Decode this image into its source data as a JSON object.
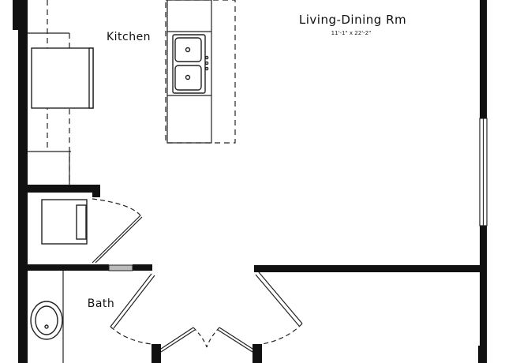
{
  "rooms": {
    "living": {
      "name": "Living-Dining Rm",
      "dimensions": "11'-1\" x 22'-2\""
    },
    "kitchen": {
      "name": "Kitchen"
    },
    "bath": {
      "name": "Bath"
    }
  },
  "colors": {
    "wall": "#111111",
    "line": "#222222",
    "background": "#ffffff"
  }
}
